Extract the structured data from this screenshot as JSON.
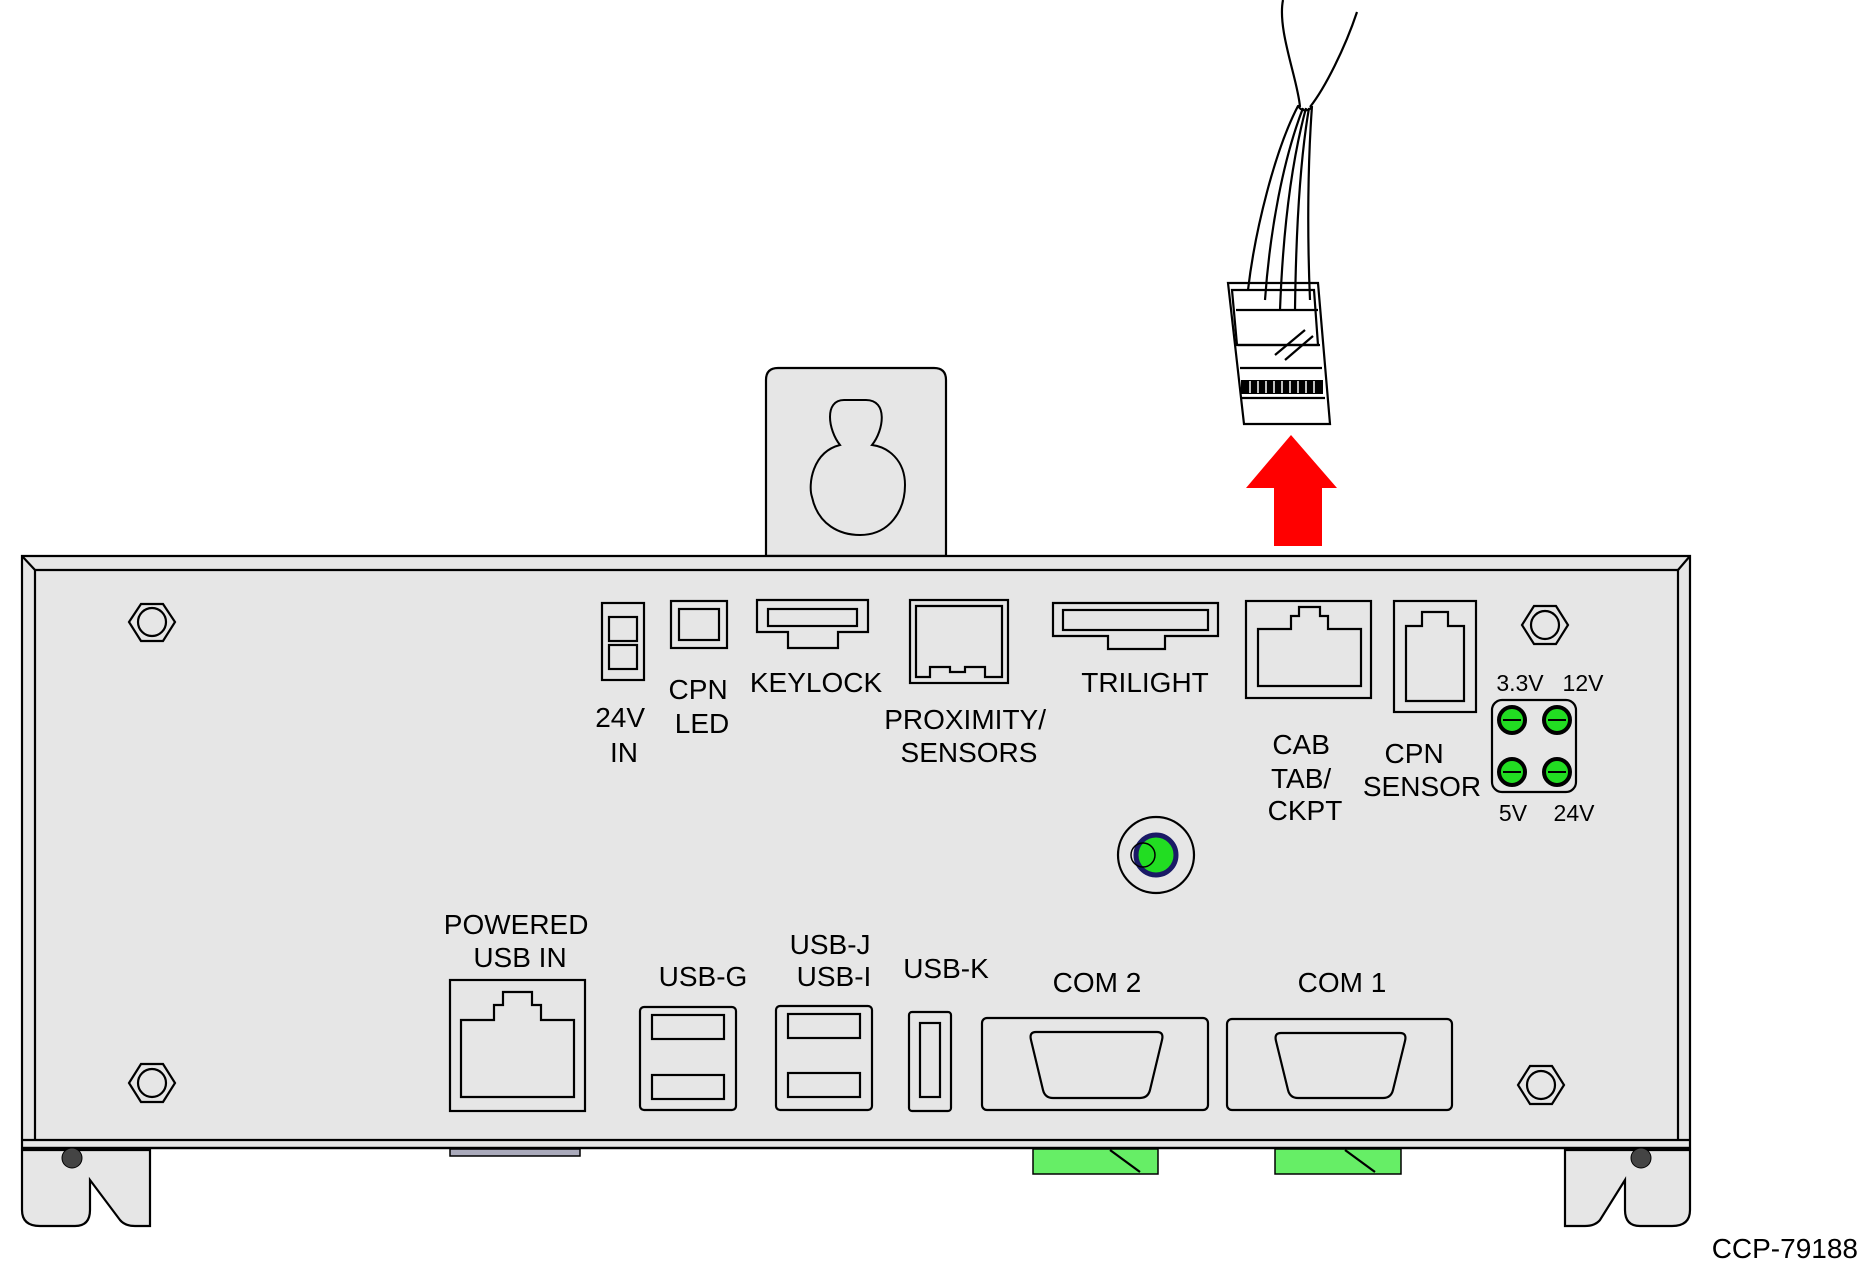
{
  "figure_id": "CCP-79188",
  "labels": {
    "in24v": [
      "24V",
      "IN"
    ],
    "cpn_led": [
      "CPN",
      "LED"
    ],
    "keylock": "KEYLOCK",
    "proximity": [
      "PROXIMITY/",
      "SENSORS"
    ],
    "trilight": "TRILIGHT",
    "cab": [
      "CAB",
      "TAB/",
      "CKPT"
    ],
    "cpn_sensor": [
      "CPN",
      "SENSOR"
    ],
    "powered_usb": [
      "POWERED",
      "USB IN"
    ],
    "usb_g": "USB-G",
    "usb_ji": [
      "USB-J",
      "USB-I"
    ],
    "usb_k": "USB-K",
    "com2": "COM 2",
    "com1": "COM 1",
    "led_3v3": "3.3V",
    "led_12v": "12V",
    "led_5v": "5V",
    "led_24v": "24V"
  },
  "colors": {
    "panel": "#e6e6e6",
    "led_green": "#22dd22",
    "arrow_red": "#ff0000",
    "connector_green": "#66ee66"
  }
}
